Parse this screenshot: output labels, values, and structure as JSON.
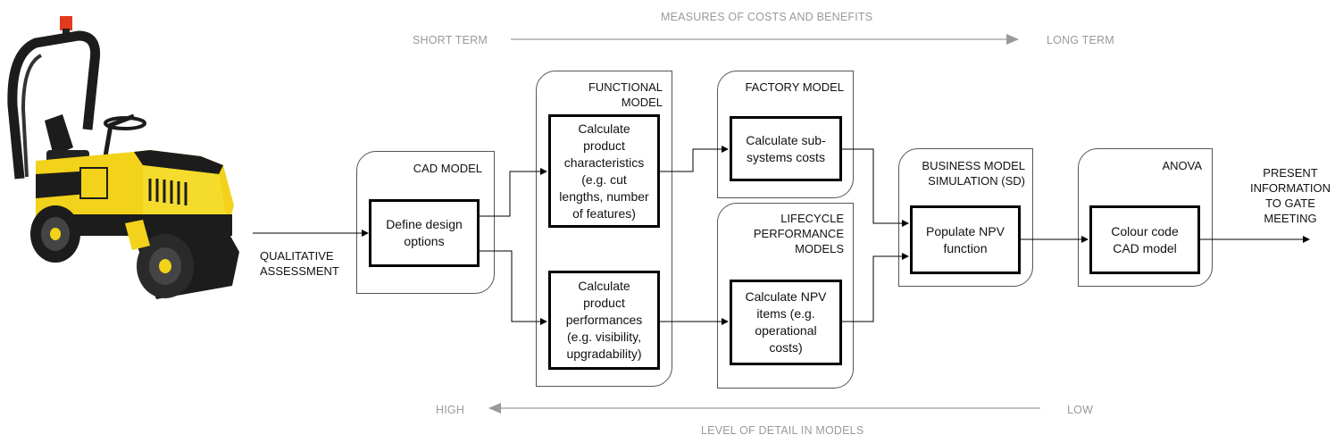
{
  "header": {
    "costs_label": "MEASURES OF COSTS AND BENEFITS",
    "short_term": "SHORT TERM",
    "long_term": "LONG TERM"
  },
  "footer": {
    "high": "HIGH",
    "low": "LOW",
    "detail_label": "LEVEL OF DETAIL IN MODELS"
  },
  "input_label": "QUALITATIVE\nASSESSMENT",
  "output_label": "PRESENT\nINFORMATION\nTO GATE\nMEETING",
  "containers": {
    "cad": {
      "title": "CAD MODEL",
      "box": "Define design\noptions"
    },
    "functional": {
      "title": "FUNCTIONAL\nMODEL",
      "box_top": "Calculate\nproduct\ncharacteristics\n(e.g. cut\nlengths, number\nof features)",
      "box_bottom": "Calculate\nproduct\nperformances\n(e.g. visibility,\nupgradability)"
    },
    "factory": {
      "title": "FACTORY MODEL",
      "box": "Calculate sub-\nsystems costs"
    },
    "lifecycle": {
      "title": "LIFECYCLE\nPERFORMANCE\nMODELS",
      "box": "Calculate NPV\nitems (e.g.\noperational\ncosts)"
    },
    "business": {
      "title": "BUSINESS MODEL\nSIMULATION (SD)",
      "box": "Populate NPV\nfunction"
    },
    "anova": {
      "title": "ANOVA",
      "box": "Colour code\nCAD model"
    }
  },
  "colors": {
    "machine_yellow": "#f2d21a",
    "machine_black": "#1c1c1c",
    "beacon": "#e23a1e",
    "grey_text": "#9a9a9a"
  },
  "image": {
    "subject": "yellow-road-roller"
  }
}
